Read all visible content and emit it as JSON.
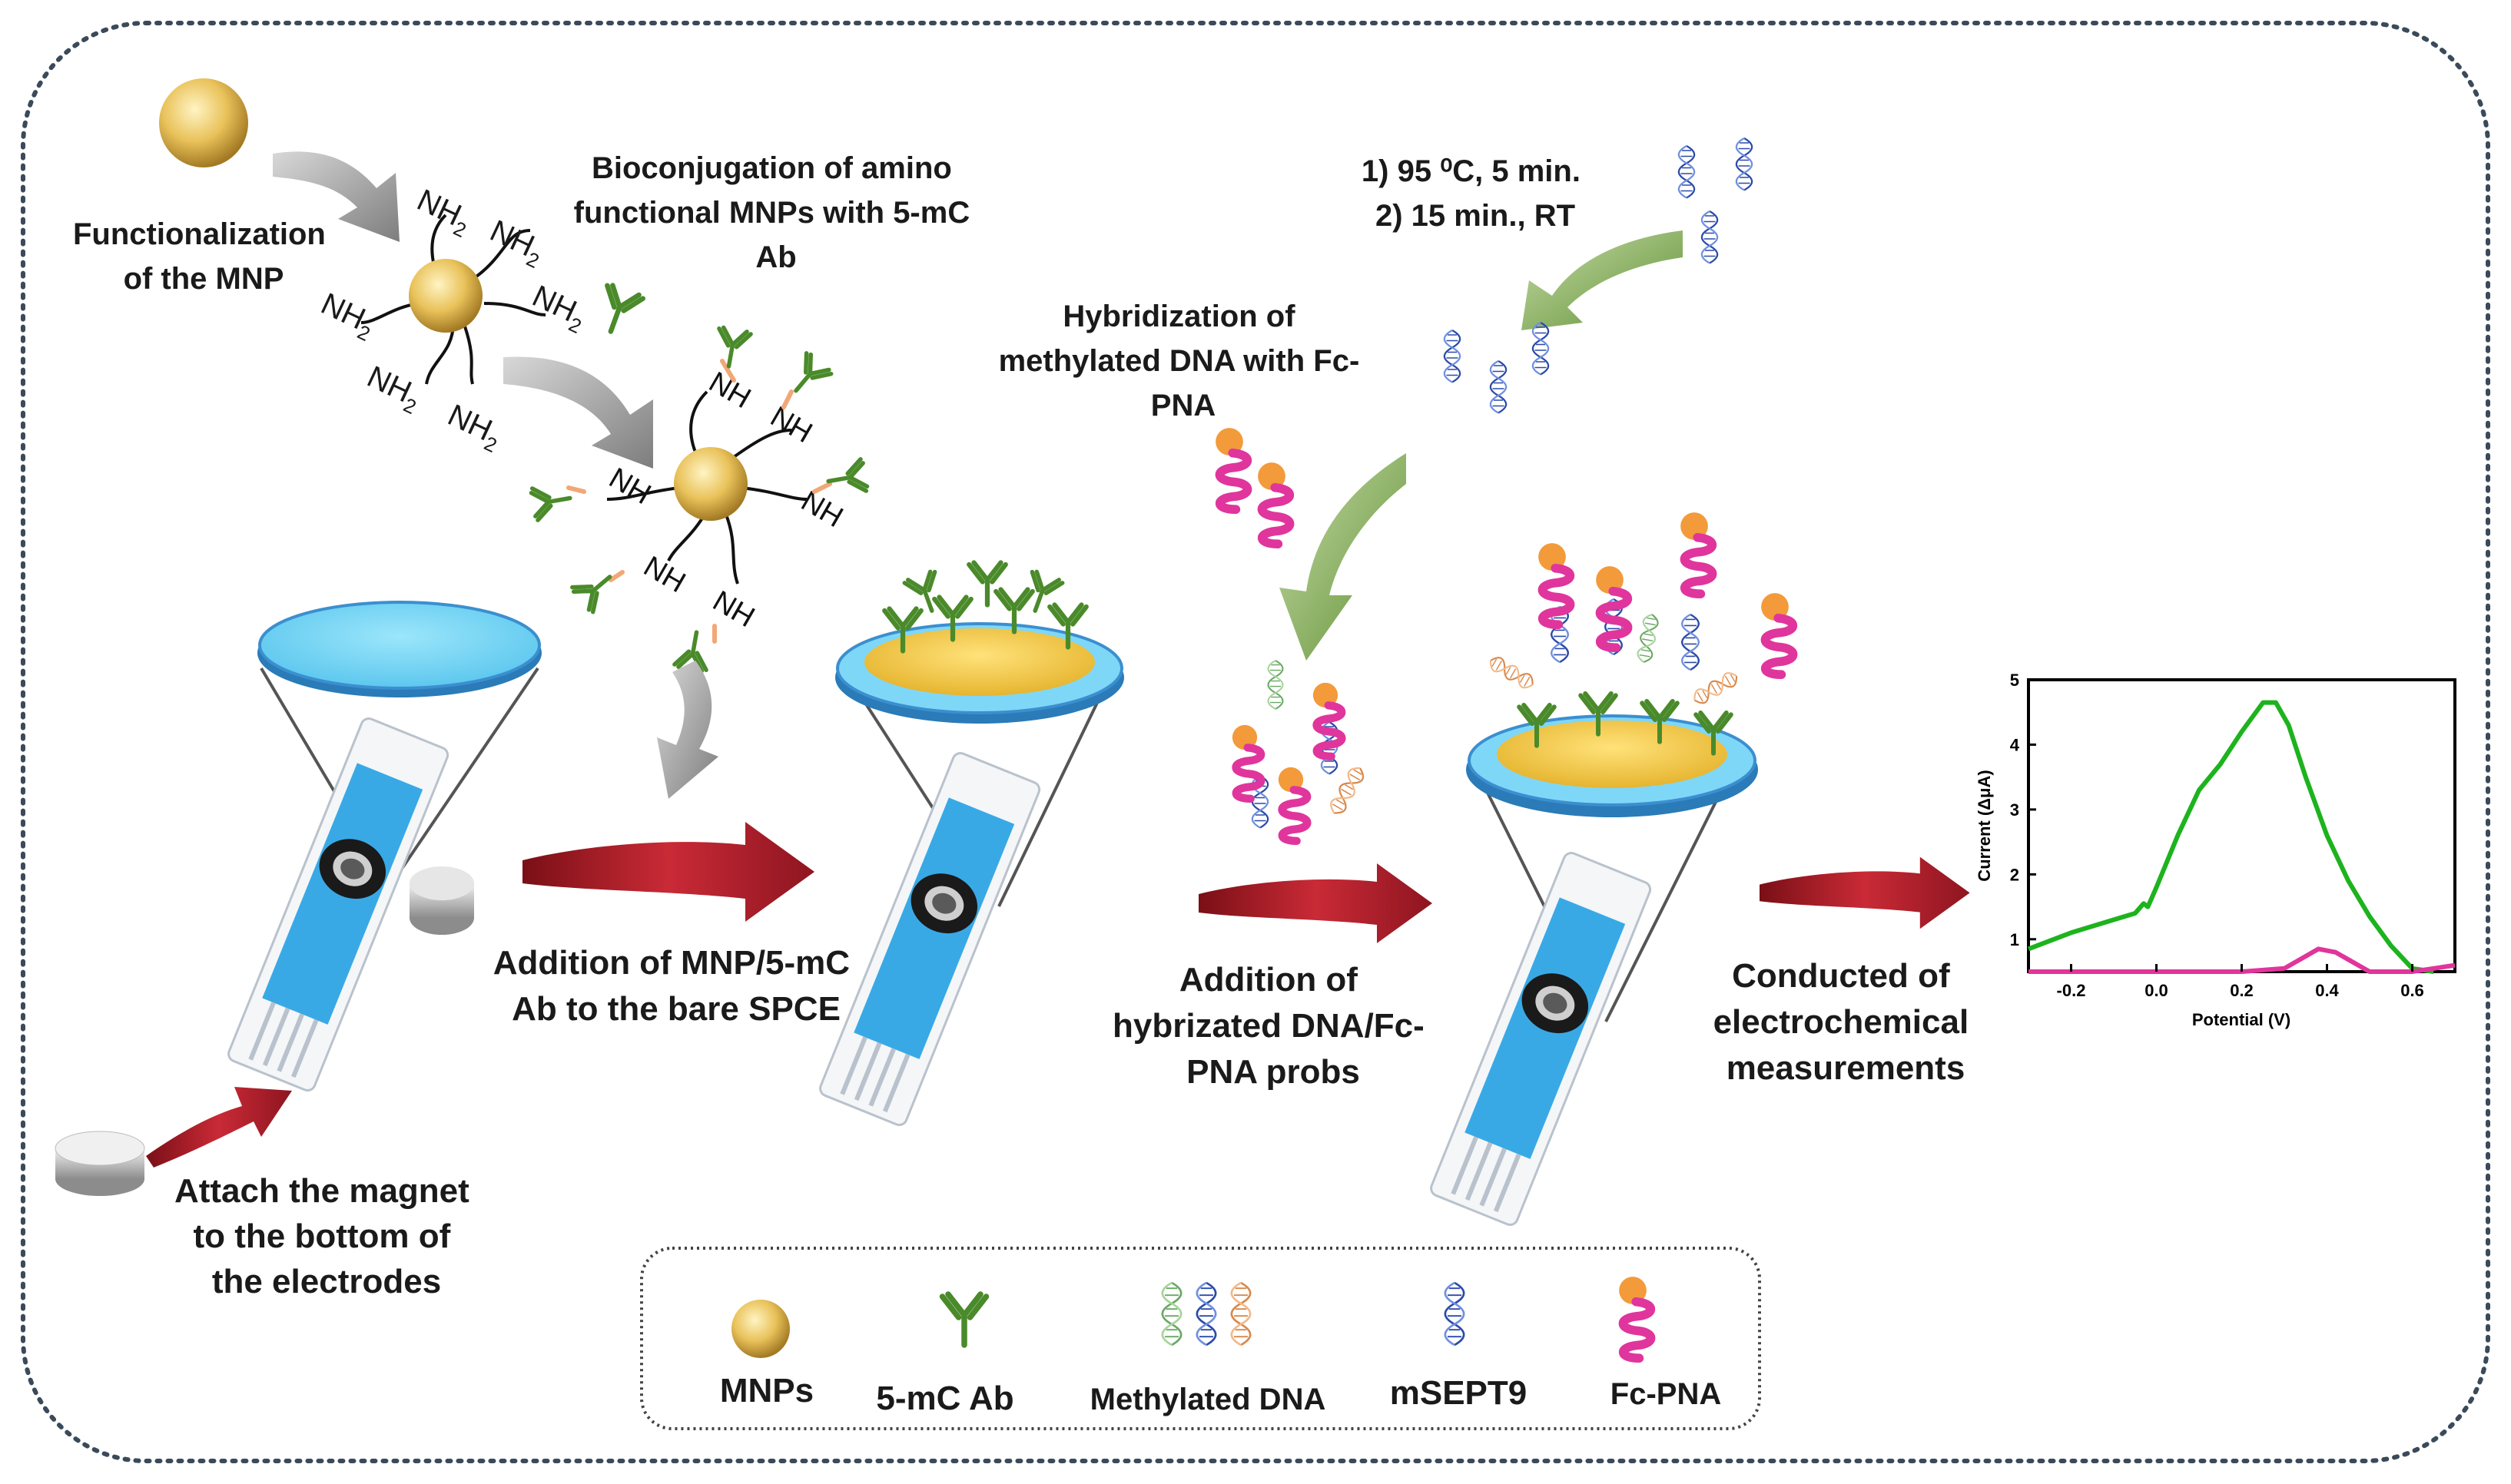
{
  "steps": {
    "functionalization": [
      "Functionalization",
      "of the MNP"
    ],
    "bioconjugation": [
      "Bioconjugation of amino",
      "functional MNPs with 5-mC",
      "Ab"
    ],
    "conditions": [
      "1) 95 ⁰C, 5 min.",
      "2) 15 min., RT"
    ],
    "hybridization": [
      "Hybridization of",
      "methylated DNA with Fc-",
      "PNA"
    ],
    "addition_mnp": [
      "Addition of MNP/5-mC",
      "Ab to the bare SPCE"
    ],
    "addition_dna": [
      "Addition of",
      "hybrizated DNA/Fc-",
      "PNA probs"
    ],
    "measurement": [
      "Conducted of",
      "electrochemical",
      "measurements"
    ],
    "magnet": [
      "Attach the magnet",
      "to the bottom of",
      "the electrodes"
    ]
  },
  "nh2_label": "NH",
  "nh2_sub": "2",
  "nh_label": "NH",
  "legend": {
    "items": [
      {
        "label": "MNPs",
        "icon": "mnp-icon"
      },
      {
        "label": "5-mC Ab",
        "icon": "antibody-icon"
      },
      {
        "label": "Methylated DNA",
        "icon": "methylated-dna-icon"
      },
      {
        "label": "mSEPT9",
        "icon": "msept9-icon"
      },
      {
        "label": "Fc-PNA",
        "icon": "fc-pna-icon"
      }
    ]
  },
  "colors": {
    "mnp": "#e9c25a",
    "antibody": "#4a8a2a",
    "fc_ball": "#f39a3a",
    "pna": "#e0359c",
    "dna_blue": "#2b4aa8",
    "arrow_red": "#b3202c",
    "arrow_gray": "#9a9a9a",
    "arrow_green": "#7aa84a",
    "electrode_blue": "#39a9e6",
    "disk_blue": "#7fd7f7",
    "green_curve": "#1db31d",
    "pink_curve": "#e0359c"
  },
  "chart_data": {
    "type": "line",
    "xlabel": "Potential (V)",
    "ylabel": "Current (ΔμA)",
    "xlim": [
      -0.3,
      0.7
    ],
    "ylim": [
      0.5,
      5
    ],
    "x_ticks": [
      "-0.2",
      "0.0",
      "0.2",
      "0.4",
      "0.6"
    ],
    "y_ticks": [
      "1",
      "2",
      "3",
      "4",
      "5"
    ],
    "series": [
      {
        "color": "#1db31d",
        "points": [
          [
            -0.3,
            0.85
          ],
          [
            -0.2,
            1.1
          ],
          [
            -0.1,
            1.3
          ],
          [
            -0.05,
            1.4
          ],
          [
            -0.03,
            1.55
          ],
          [
            -0.02,
            1.5
          ],
          [
            0.0,
            1.8
          ],
          [
            0.05,
            2.6
          ],
          [
            0.1,
            3.3
          ],
          [
            0.15,
            3.7
          ],
          [
            0.2,
            4.2
          ],
          [
            0.25,
            4.65
          ],
          [
            0.28,
            4.65
          ],
          [
            0.31,
            4.3
          ],
          [
            0.35,
            3.5
          ],
          [
            0.4,
            2.6
          ],
          [
            0.45,
            1.9
          ],
          [
            0.5,
            1.35
          ],
          [
            0.55,
            0.9
          ],
          [
            0.6,
            0.55
          ],
          [
            0.65,
            0.4
          ]
        ]
      },
      {
        "color": "#e0359c",
        "points": [
          [
            -0.3,
            0.35
          ],
          [
            -0.1,
            0.32
          ],
          [
            0.1,
            0.32
          ],
          [
            0.2,
            0.35
          ],
          [
            0.3,
            0.55
          ],
          [
            0.38,
            0.85
          ],
          [
            0.42,
            0.8
          ],
          [
            0.5,
            0.45
          ],
          [
            0.6,
            0.4
          ],
          [
            0.7,
            0.6
          ]
        ]
      }
    ]
  }
}
